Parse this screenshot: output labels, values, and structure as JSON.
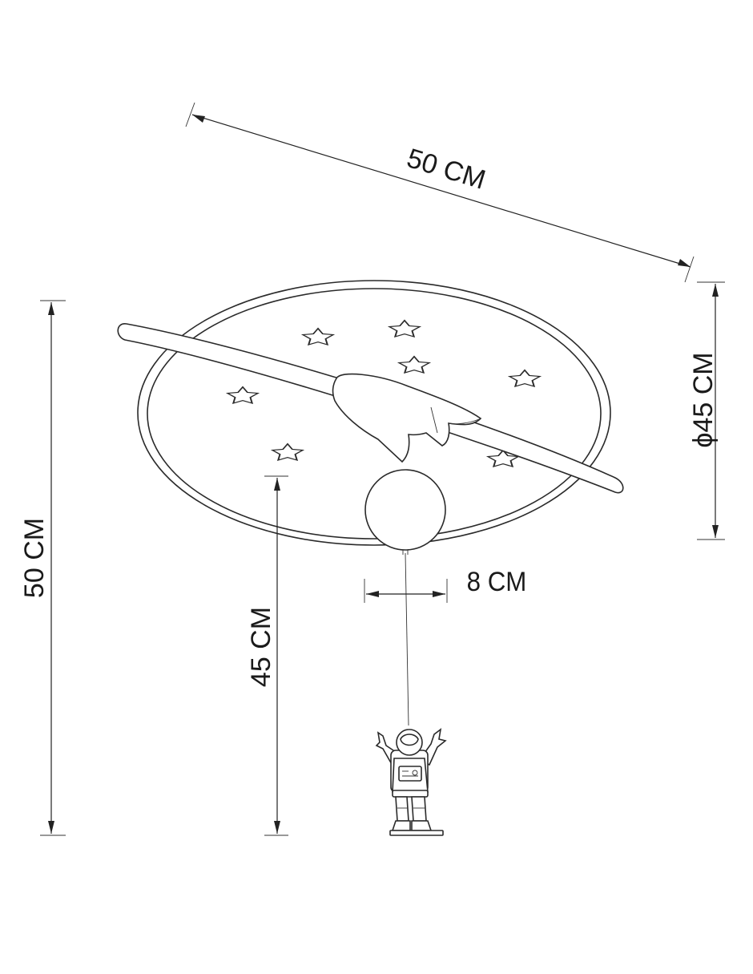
{
  "dimensions": {
    "overall_width": "50 CM",
    "overall_height": "50 CM",
    "canopy_diameter": "ϕ45 CM",
    "cord_length": "45 CM",
    "globe_diameter": "8 CM"
  },
  "colors": {
    "line": "#222222",
    "background": "#ffffff"
  },
  "icons": [
    "star-icon",
    "rocket-icon",
    "astronaut-figure"
  ]
}
